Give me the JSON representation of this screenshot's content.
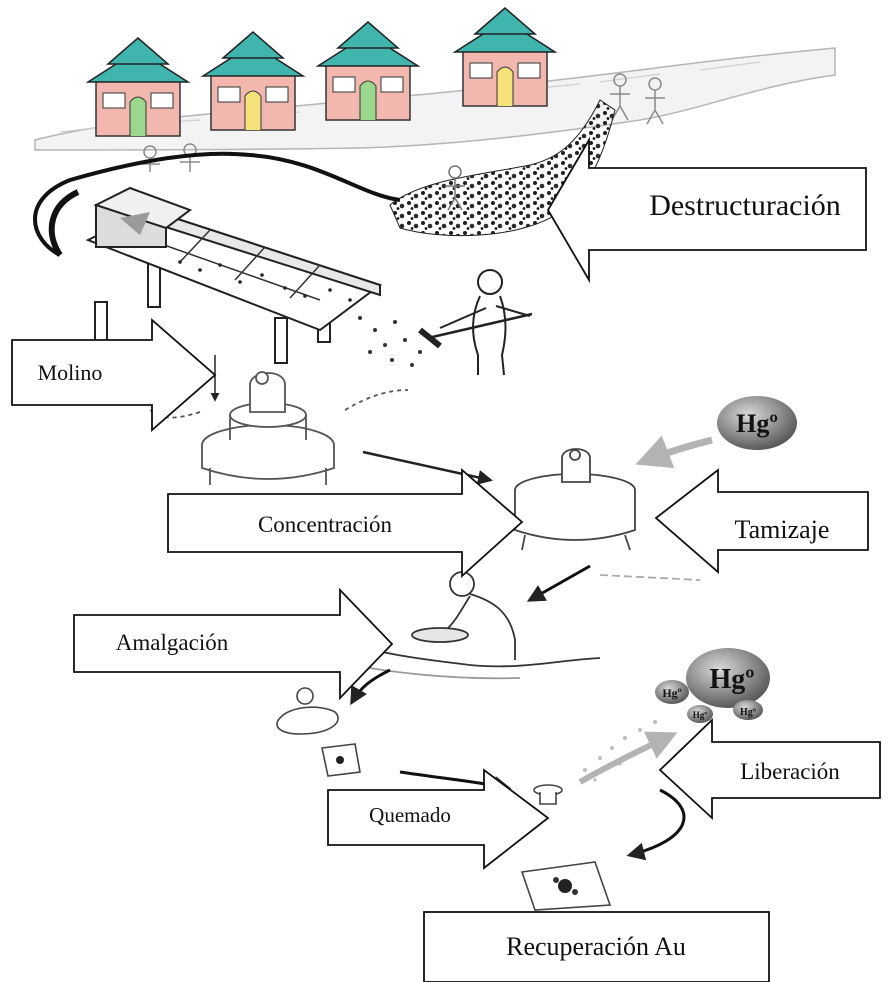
{
  "labels": {
    "destructuracion": "Destructuración",
    "molino": "Molino",
    "concentracion": "Concentración",
    "tamizaje": "Tamizaje",
    "amalgacion": "Amalgación",
    "liberacion": "Liberación",
    "quemado": "Quemado",
    "recuperacion": "Recuperación Au"
  },
  "mercury": {
    "large": "Hgº",
    "medium": "Hgº",
    "small_1": "Hgº",
    "small_2": "Hgº",
    "small_3": "Hgº"
  },
  "colors": {
    "roof": "#3fb5ad",
    "wall": "#f2b8b0",
    "line": "#222222",
    "mercury_ball": "#8e8e8e",
    "mercury_arrow": "#b3b3b3"
  }
}
